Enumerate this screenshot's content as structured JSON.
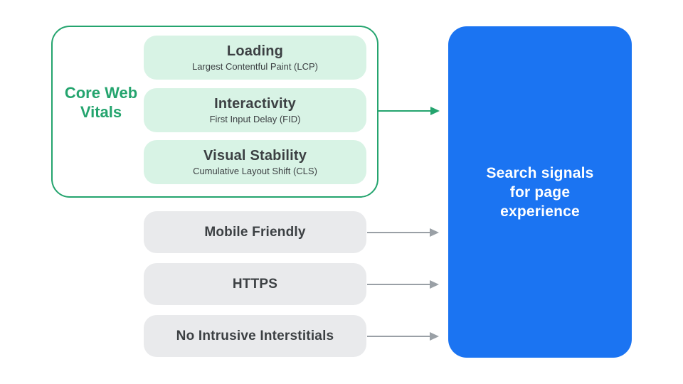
{
  "colors": {
    "accent_green": "#24a46e",
    "light_green": "#d8f3e5",
    "dark_text": "#3c4043",
    "pill_gray": "#e9eaec",
    "arrow_gray": "#9aa0a6",
    "brand_blue": "#1b74f2",
    "white": "#ffffff"
  },
  "core_web_vitals": {
    "label": "Core Web Vitals",
    "items": [
      {
        "title": "Loading",
        "subtitle": "Largest Contentful Paint (LCP)"
      },
      {
        "title": "Interactivity",
        "subtitle": "First Input Delay (FID)"
      },
      {
        "title": "Visual Stability",
        "subtitle": "Cumulative Layout Shift (CLS)"
      }
    ]
  },
  "other_signals": [
    {
      "label": "Mobile Friendly"
    },
    {
      "label": "HTTPS"
    },
    {
      "label": "No Intrusive Interstitials"
    }
  ],
  "result_box": {
    "text": "Search signals for page experience",
    "lines": [
      "Search signals",
      "for page",
      "experience"
    ]
  }
}
